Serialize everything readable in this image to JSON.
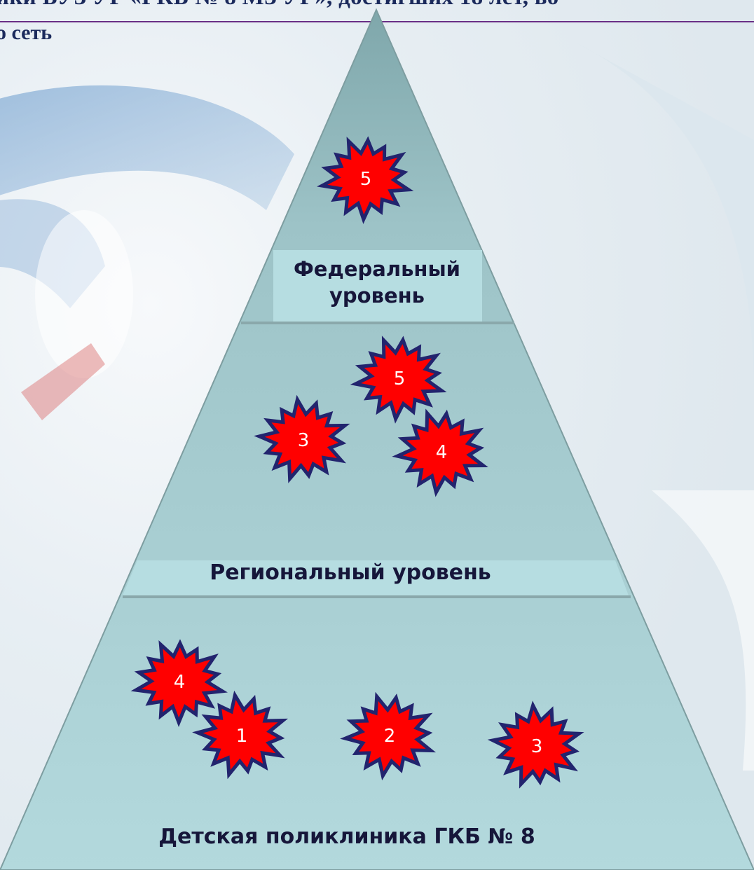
{
  "slide": {
    "title_line_1": "ики БУЗ УР «ГКБ № 8 МЗ УР»,  достигших 18 лет, во",
    "title_line_2": "о сеть"
  },
  "pyramid": {
    "levels": [
      {
        "name": "federal",
        "label": "Федеральный уровень",
        "label_line_1": "Федеральный",
        "label_line_2": "уровень"
      },
      {
        "name": "regional",
        "label": "Региональный уровень"
      },
      {
        "name": "clinic",
        "label": "Детская поликлиника ГКБ № 8"
      }
    ],
    "stars": [
      {
        "level": "federal",
        "value": "5"
      },
      {
        "level": "regional",
        "value": "5"
      },
      {
        "level": "regional",
        "value": "3"
      },
      {
        "level": "regional",
        "value": "4"
      },
      {
        "level": "clinic",
        "value": "4"
      },
      {
        "level": "clinic",
        "value": "1"
      },
      {
        "level": "clinic",
        "value": "2"
      },
      {
        "level": "clinic",
        "value": "3"
      }
    ]
  },
  "colors": {
    "star_fill": "#ff0000",
    "star_outline": "#22246e",
    "pyramid_fill": "#a9ccd0",
    "label_band": "#b5dde2",
    "title_text": "#1b2a5c"
  }
}
